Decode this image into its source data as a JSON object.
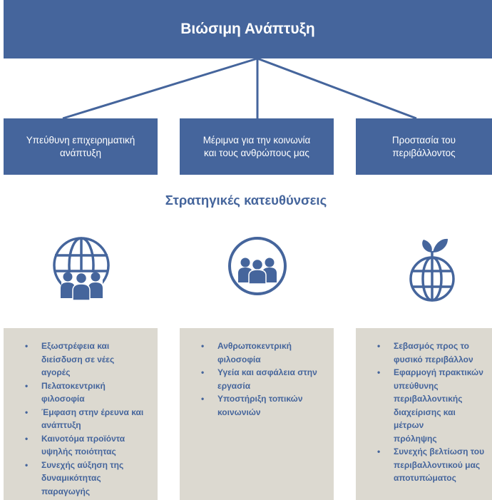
{
  "title": "Βιώσιμη Ανάπτυξη",
  "pillars": [
    {
      "line1": "Υπεύθυνη επιχειρηματική",
      "line2": "ανάπτυξη"
    },
    {
      "line1": "Μέριμνα για την κοινωνία",
      "line2": "και τους ανθρώπους μας"
    },
    {
      "line1": "Προστασία του",
      "line2": "περιβάλλοντος"
    }
  ],
  "strategy_title": "Στρατηγικές κατευθύνσεις",
  "icons": [
    "globe-people-icon",
    "people-circle-icon",
    "leaf-globe-icon"
  ],
  "colors": {
    "primary": "#45659c",
    "panel": "#dcd9d0",
    "text_light": "#ffffff"
  },
  "columns": [
    {
      "items": [
        "Εξωστρέφεια και\nδιείσδυση σε νέες\nαγορές",
        "Πελατοκεντρική\nφιλοσοφία",
        "Έμφαση στην έρευνα και\nανάπτυξη",
        "Καινοτόμα προϊόντα\nυψηλής ποιότητας",
        "Συνεχής αύξηση της\nδυναμικότητας\nπαραγωγής"
      ]
    },
    {
      "items": [
        "Ανθρωποκεντρική\nφιλοσοφία",
        "Υγεία και ασφάλεια στην\nεργασία",
        "Υποστήριξη τοπικών\nκοινωνιών"
      ]
    },
    {
      "items": [
        "Σεβασμός προς το\nφυσικό περιβάλλον",
        "Εφαρμογή πρακτικών\nυπεύθυνης\nπεριβαλλοντικής\nδιαχείρισης και μέτρων\nπρόληψης",
        "Συνεχής βελτίωση του\nπεριβαλλοντικού μας\nαποτυπώματος"
      ]
    }
  ]
}
